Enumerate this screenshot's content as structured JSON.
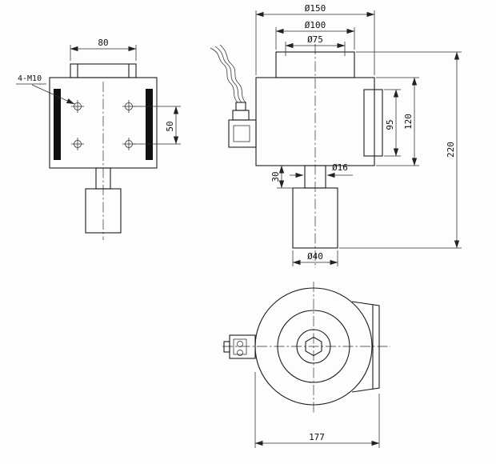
{
  "front_view": {
    "dim_width": "80",
    "dim_hole_spacing": "50",
    "thread_callout": "4-M10"
  },
  "side_view": {
    "dim_flange_dia": "Ø150",
    "dim_cap_dia": "Ø100",
    "dim_boss_dia": "Ø75",
    "dim_bracket_height": "95",
    "dim_body_height": "120",
    "dim_total_height": "220",
    "dim_neck_height": "30",
    "dim_shaft_dia": "Ø16",
    "dim_plunger_dia": "Ø40"
  },
  "top_view": {
    "dim_overall": "177"
  }
}
